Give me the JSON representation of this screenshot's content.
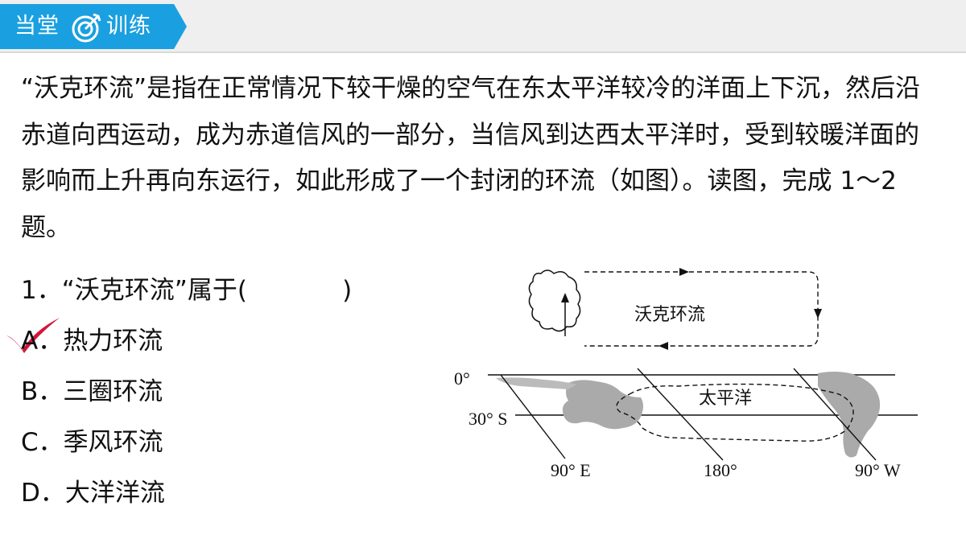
{
  "header": {
    "tag_left": "当堂",
    "tag_right": "训练",
    "icon": "target-arrow-icon",
    "tag_color": "#1aa0e0"
  },
  "passage": "“沃克环流”是指在正常情况下较干燥的空气在东太平洋较冷的洋面上下沉，然后沿赤道向西运动，成为赤道信风的一部分，当信风到达西太平洋时，受到较暖洋面的影响而上升再向东运行，如此形成了一个封闭的环流（如图）。读图，完成 1～2题。",
  "question": {
    "text": "1．“沃克环流”属于(            )",
    "options": [
      {
        "key": "A",
        "text": "A．热力环流",
        "selected": true
      },
      {
        "key": "B",
        "text": "B．三圈环流",
        "selected": false
      },
      {
        "key": "C",
        "text": "C．季风环流",
        "selected": false
      },
      {
        "key": "D",
        "text": "D．大洋洋流",
        "selected": false
      }
    ],
    "check_color": "#d4143a"
  },
  "figure": {
    "circulation_label": "沃克环流",
    "ocean_label": "太平洋",
    "lat_labels": [
      "0°",
      "30° S"
    ],
    "lon_labels": [
      "90° E",
      "180°",
      "90° W"
    ]
  }
}
